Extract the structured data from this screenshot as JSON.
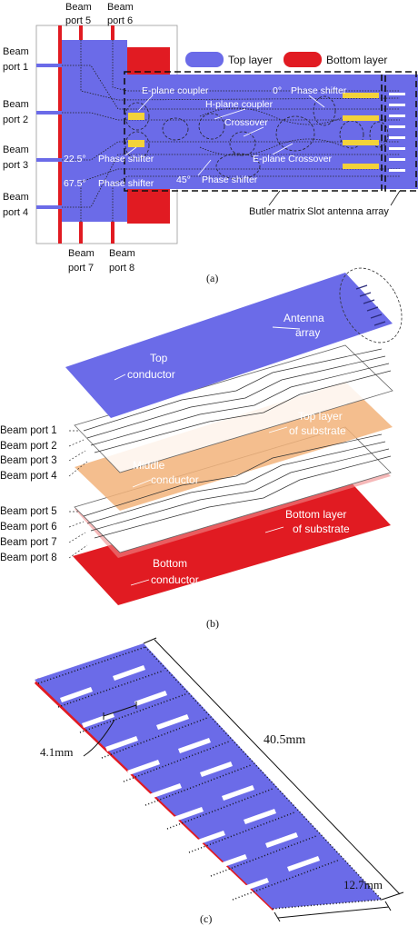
{
  "colors": {
    "top": "#6b6be8",
    "bottom": "#e11b22",
    "substrate": "#f2b37a",
    "white": "#ffffff",
    "line": "#222222"
  },
  "panel_a": {
    "caption": "(a)",
    "legend_top": "Top layer",
    "legend_bottom": "Bottom layer",
    "beam_ports_left": [
      [
        "Beam",
        "port 1"
      ],
      [
        "Beam",
        "port 2"
      ],
      [
        "Beam",
        "port 3"
      ],
      [
        "Beam",
        "port 4"
      ]
    ],
    "beam_port_5": [
      "Beam",
      "port 5"
    ],
    "beam_port_6": [
      "Beam",
      "port 6"
    ],
    "beam_port_7": [
      "Beam",
      "port 7"
    ],
    "beam_port_8": [
      "Beam",
      "port 8"
    ],
    "labels": {
      "e_plane_coupler": "E-plane coupler",
      "zero_deg": "0°",
      "phase_shifter_top": "Phase shifter",
      "h_plane_coupler": "H-plane coupler",
      "crossover": "Crossover",
      "angle_22_5": "22.5°",
      "phase_shifter_mid": "Phase shifter",
      "e_plane_crossover": "E-plane Crossover",
      "angle_67_5": "67.5°",
      "phase_shifter_left_low": "Phase shifter",
      "angle_45": "45°",
      "phase_shifter_bottom": "Phase shifter",
      "butler_matrix": "Butler matrix",
      "slot_antenna_array": "Slot antenna array"
    }
  },
  "panel_b": {
    "caption": "(b)",
    "antenna_array": [
      "Antenna",
      "array"
    ],
    "top_conductor": [
      "Top",
      "conductor"
    ],
    "top_layer_substrate": [
      "Top layer",
      "of substrate"
    ],
    "middle_conductor": [
      "Middle",
      "conductor"
    ],
    "bottom_layer_substrate": [
      "Bottom layer",
      "of substrate"
    ],
    "bottom_conductor": [
      "Bottom",
      "conductor"
    ],
    "beam_ports": [
      "Beam port 1",
      "Beam port 2",
      "Beam port 3",
      "Beam port 4",
      "Beam port 5",
      "Beam port 6",
      "Beam port 7",
      "Beam port 8"
    ]
  },
  "panel_c": {
    "caption": "(c)",
    "dim_length": "40.5mm",
    "dim_width": "12.7mm",
    "dim_slot": "4.1mm"
  }
}
